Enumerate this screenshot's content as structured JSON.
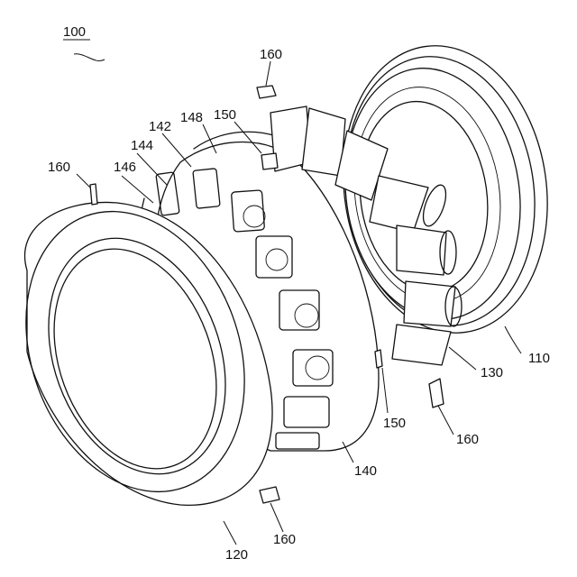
{
  "figure": {
    "assembly_label": "100",
    "labels": {
      "outer_ring_back": "110",
      "inner_ring_front": "120",
      "rollers": "130",
      "cage": "140",
      "window_a": "142",
      "window_b": "144",
      "window_c": "146",
      "cage_band": "148",
      "tab_top": "150",
      "tab_bottom": "150",
      "pin_top": "160",
      "pin_left": "160",
      "pin_right": "160",
      "pin_bottom": "160"
    }
  }
}
